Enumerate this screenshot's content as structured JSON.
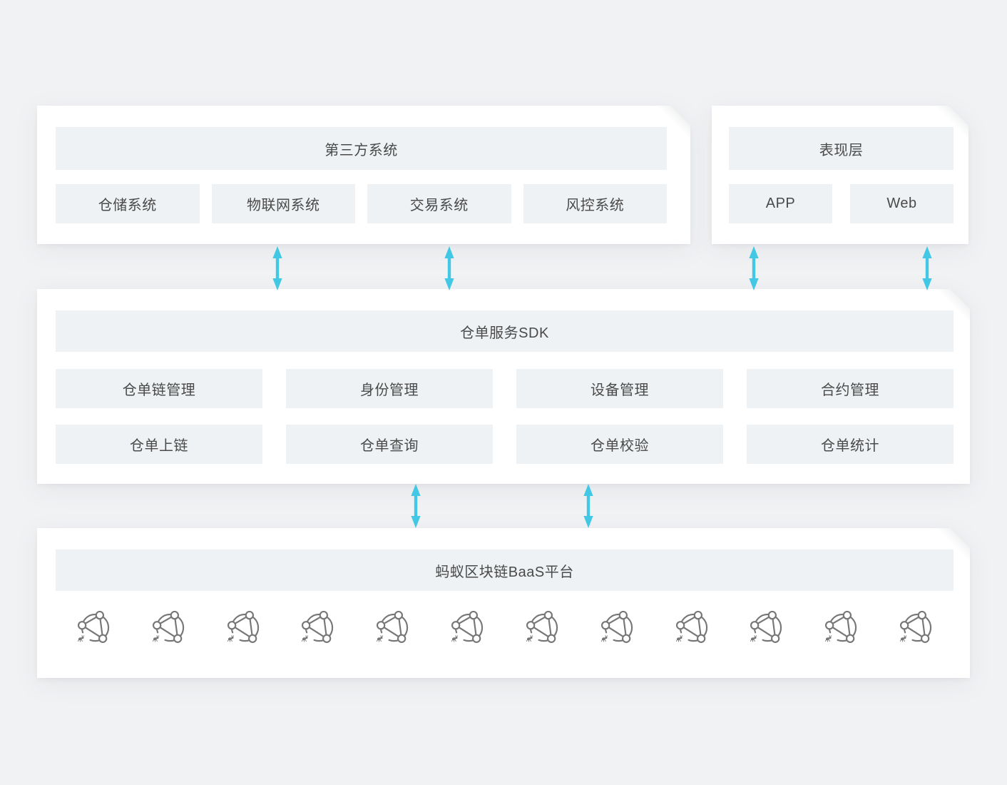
{
  "colors": {
    "page_bg": "#f1f2f4",
    "card_bg": "#ffffff",
    "tile_bg": "#eff2f4",
    "text": "#4a4a4a",
    "arrow": "#42c7e5",
    "icon_stroke": "#777777"
  },
  "cards": {
    "third_party_system": {
      "title": "第三方系统",
      "items": [
        "仓储系统",
        "物联网系统",
        "交易系统",
        "风控系统"
      ]
    },
    "presentation_layer": {
      "title": "表现层",
      "items": [
        "APP",
        "Web"
      ]
    },
    "warehouse_receipt_sdk": {
      "title": "仓单服务SDK",
      "rows": [
        [
          "仓单链管理",
          "身份管理",
          "设备管理",
          "合约管理"
        ],
        [
          "仓单上链",
          "仓单查询",
          "仓单校验",
          "仓单统计"
        ]
      ]
    },
    "baas_platform": {
      "title": "蚂蚁区块链BaaS平台",
      "node_icon": "ant-blockchain-network-icon",
      "node_count": 12
    }
  }
}
